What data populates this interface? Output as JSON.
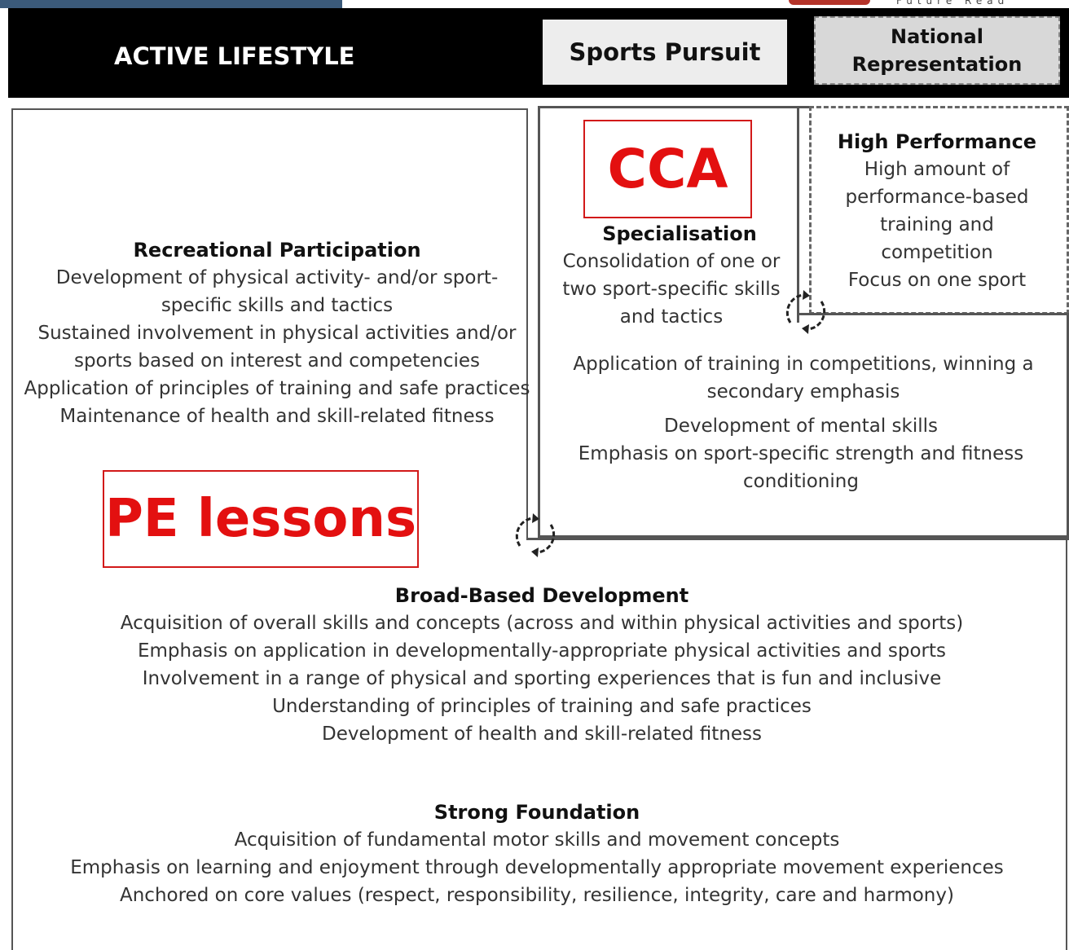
{
  "header": {
    "active_lifestyle": "ACTIVE LIFESTYLE",
    "sports_pursuit": "Sports Pursuit",
    "national_line1": "National",
    "national_line2": "Representation"
  },
  "callouts": {
    "cca": "CCA",
    "pe_lessons": "PE lessons"
  },
  "recreational": {
    "title": "Recreational Participation",
    "lines": [
      "Development of physical activity- and/or sport-",
      "specific skills and tactics",
      "Sustained involvement in physical activities and/or",
      "sports based on interest and competencies",
      "Application of principles of training and safe practices",
      "Maintenance of health and skill-related fitness"
    ]
  },
  "specialisation": {
    "title": "Specialisation",
    "lines": [
      "Consolidation of one or",
      "two sport-specific skills",
      "and tactics"
    ],
    "lines2": [
      "Application of training in competitions, winning a",
      "secondary emphasis"
    ],
    "lines3": [
      "Development of mental skills",
      "Emphasis on sport-specific strength and fitness",
      "conditioning"
    ]
  },
  "high_performance": {
    "title": "High Performance",
    "lines": [
      "High amount of",
      "performance-based",
      "training and",
      "competition",
      "Focus on one sport"
    ]
  },
  "broad_based": {
    "title": "Broad-Based Development",
    "lines": [
      "Acquisition of overall skills and concepts (across and within physical activities and sports)",
      "Emphasis on application in developmentally-appropriate physical activities and sports",
      "Involvement in a range of physical and sporting experiences that is fun and inclusive",
      "Understanding of principles of training and safe practices",
      "Development of health and skill-related fitness"
    ]
  },
  "strong_foundation": {
    "title": "Strong Foundation",
    "lines": [
      "Acquisition of fundamental motor skills and movement concepts",
      "Emphasis on learning and enjoyment through developmentally appropriate movement experiences",
      "Anchored on core values (respect, responsibility, resilience, integrity, care and harmony)"
    ]
  },
  "corner_text": "Future Read",
  "colors": {
    "callout_red": "#e31010",
    "header_black": "#000000"
  }
}
